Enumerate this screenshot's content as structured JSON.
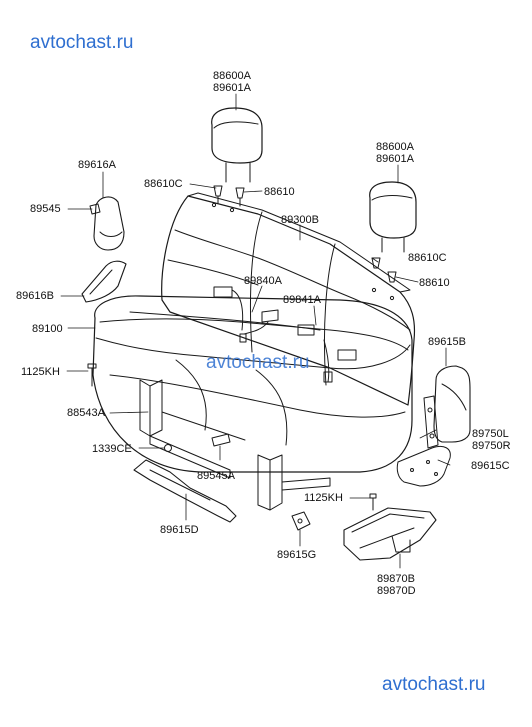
{
  "watermark": {
    "text": "avtochast.ru",
    "color": "#2f6fd0"
  },
  "parts": [
    {
      "id": "p01",
      "code": "88600A"
    },
    {
      "id": "p02",
      "code": "89601A"
    },
    {
      "id": "p03",
      "code": "88600A"
    },
    {
      "id": "p04",
      "code": "89601A"
    },
    {
      "id": "p05",
      "code": "89616A"
    },
    {
      "id": "p06",
      "code": "89545"
    },
    {
      "id": "p07",
      "code": "88610C"
    },
    {
      "id": "p08",
      "code": "88610"
    },
    {
      "id": "p09",
      "code": "89300B"
    },
    {
      "id": "p10",
      "code": "88610C"
    },
    {
      "id": "p11",
      "code": "88610"
    },
    {
      "id": "p12",
      "code": "89840A"
    },
    {
      "id": "p13",
      "code": "89841A"
    },
    {
      "id": "p14",
      "code": "89616B"
    },
    {
      "id": "p15",
      "code": "89100"
    },
    {
      "id": "p16",
      "code": "89615B"
    },
    {
      "id": "p17",
      "code": "1125KH"
    },
    {
      "id": "p18",
      "code": "88543A"
    },
    {
      "id": "p19",
      "code": "89750L"
    },
    {
      "id": "p20",
      "code": "89750R"
    },
    {
      "id": "p21",
      "code": "1339CE"
    },
    {
      "id": "p22",
      "code": "89615C"
    },
    {
      "id": "p23",
      "code": "89545A"
    },
    {
      "id": "p24",
      "code": "1125KH"
    },
    {
      "id": "p25",
      "code": "89615D"
    },
    {
      "id": "p26",
      "code": "89615G"
    },
    {
      "id": "p27",
      "code": "89870B"
    },
    {
      "id": "p28",
      "code": "89870D"
    }
  ]
}
